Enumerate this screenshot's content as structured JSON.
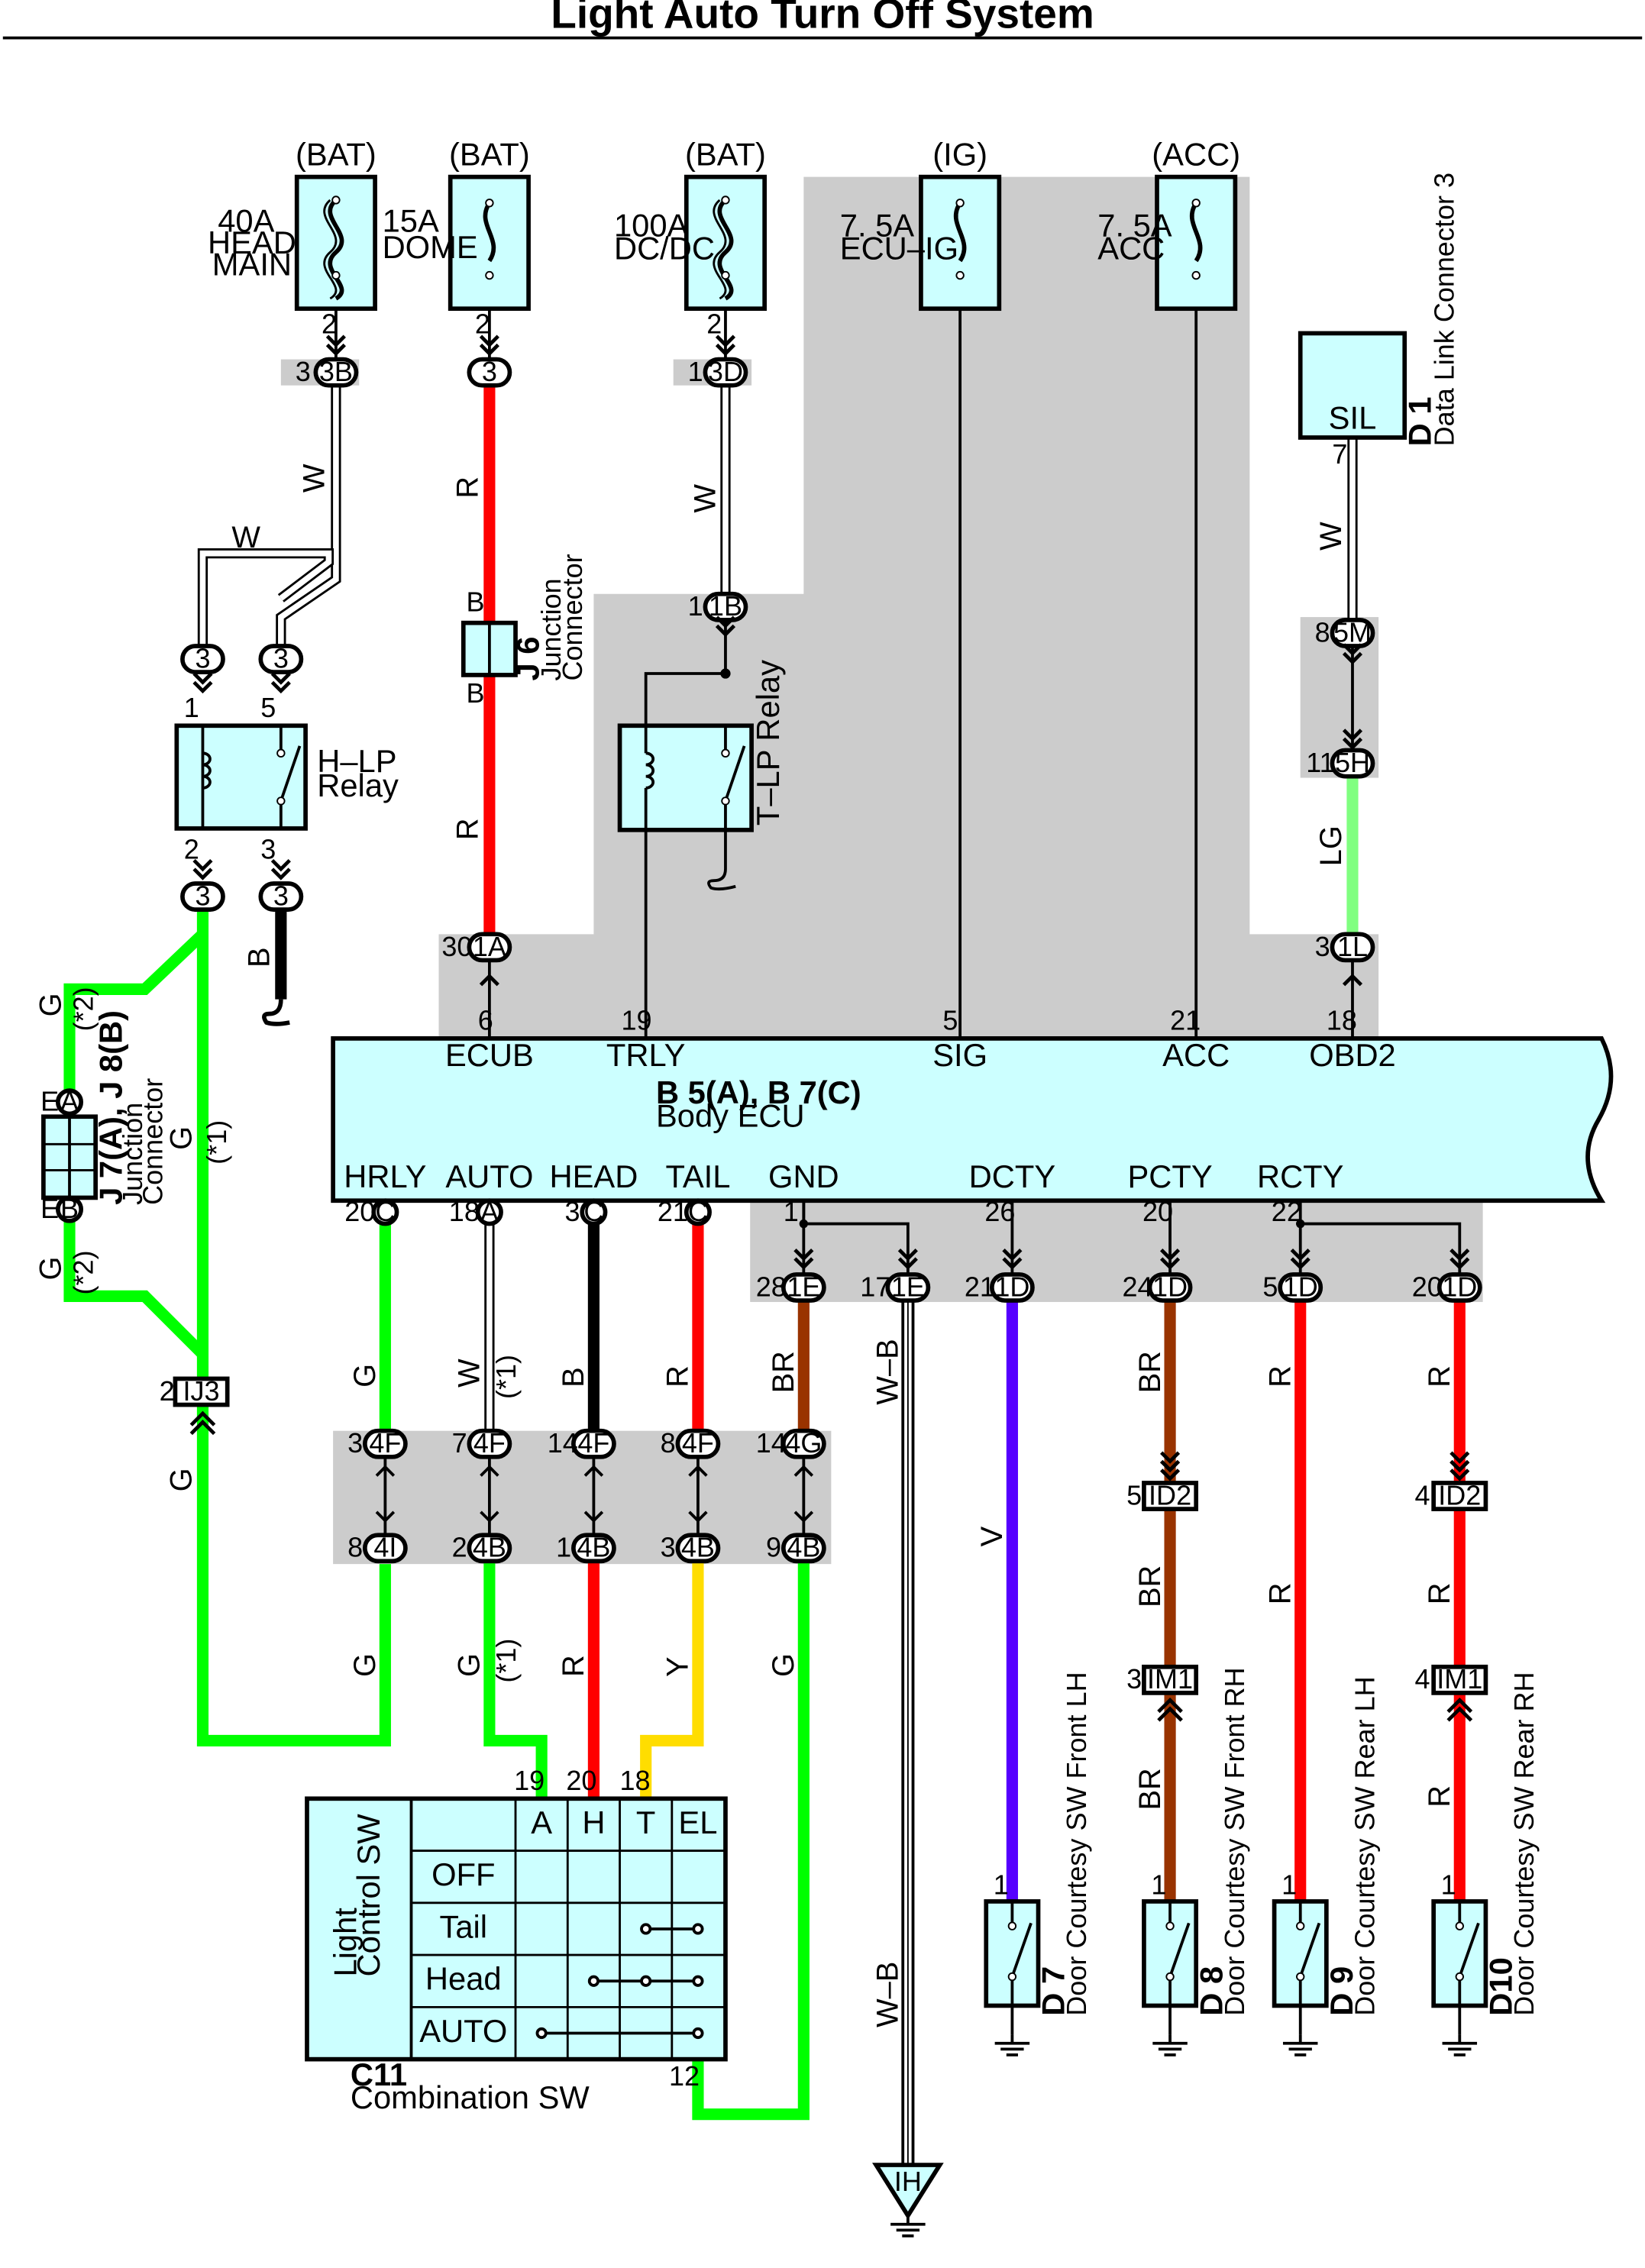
{
  "title": "Light Auto Turn Off System",
  "source_labels": {
    "bat": "(BAT)",
    "ig": "(IG)",
    "acc": "(ACC)"
  },
  "fuses": {
    "head_main": {
      "amp": "40A",
      "line1": "HEAD",
      "line2": "MAIN"
    },
    "dome": {
      "amp": "15A",
      "line1": "DOME"
    },
    "dcdc": {
      "amp": "100A",
      "line1": "DC/DC"
    },
    "ecu_ig": {
      "amp": "7. 5A",
      "line1": "ECU–IG"
    },
    "acc": {
      "amp": "7. 5A",
      "line1": "ACC"
    }
  },
  "wire_colors": {
    "W": "W",
    "R": "R",
    "B": "B",
    "G": "G",
    "LG": "LG",
    "BR": "BR",
    "V": "V",
    "Y": "Y",
    "WB": "W–B"
  },
  "notes": {
    "n1": "(*1)",
    "n2": "(*2)"
  },
  "connectors": {
    "c3B": "3B",
    "c3": "3",
    "c3D": "3D",
    "c1B": "1B",
    "c5M": "5M",
    "c5H": "5H",
    "c1A": "1A",
    "c1L": "1L",
    "cC": "C",
    "cA": "A",
    "c1E": "1E",
    "c1D": "1D",
    "c4F": "4F",
    "c4G": "4G",
    "c4I": "4I",
    "c4B": "4B",
    "cIJ3": "IJ3",
    "cID2": "ID2",
    "cIM1": "IM1",
    "cIH": "IH",
    "cE": "E",
    "cB": "B"
  },
  "pins": {
    "p1": "1",
    "p2": "2",
    "p3": "3",
    "p4": "4",
    "p5": "5",
    "p6": "6",
    "p7": "7",
    "p8": "8",
    "p9": "9",
    "p11": "11",
    "p12": "12",
    "p14": "14",
    "p17": "17",
    "p18": "18",
    "p19": "19",
    "p20": "20",
    "p21": "21",
    "p22": "22",
    "p24": "24",
    "p26": "26",
    "p28": "28",
    "p30": "30"
  },
  "components": {
    "j6": {
      "id": "J 6",
      "l1": "Junction",
      "l2": "Connector",
      "pin": "B"
    },
    "hlp": {
      "l1": "H–LP",
      "l2": "Relay"
    },
    "tlp": {
      "l1": "T–LP Relay"
    },
    "d1": {
      "id": "D 1",
      "name": "Data Link Connector 3",
      "terminal": "SIL"
    },
    "jb": {
      "id": "J 7(A), J 8(B)",
      "l1": "Junction",
      "l2": "Connector"
    },
    "c11": {
      "id": "C11",
      "name": "Combination SW",
      "l1": "Light",
      "l2": "Control SW"
    },
    "d7": {
      "id": "D 7",
      "name": "Door Courtesy SW Front LH"
    },
    "d8": {
      "id": "D 8",
      "name": "Door Courtesy SW Front RH"
    },
    "d9": {
      "id": "D 9",
      "name": "Door Courtesy SW Rear LH"
    },
    "d10": {
      "id": "D10",
      "name": "Door Courtesy SW Rear RH"
    }
  },
  "ecu": {
    "id": "B 5(A), B 7(C)",
    "name": "Body ECU",
    "top_terminals": {
      "ecub": "ECUB",
      "trly": "TRLY",
      "sig": "SIG",
      "acc": "ACC",
      "obd2": "OBD2"
    },
    "bottom_terminals": {
      "hrly": "HRLY",
      "auto": "AUTO",
      "head": "HEAD",
      "tail": "TAIL",
      "gnd": "GND",
      "dcty": "DCTY",
      "pcty": "PCTY",
      "rcty": "RCTY"
    }
  },
  "switch_table": {
    "columns": [
      "A",
      "H",
      "T",
      "EL"
    ],
    "rows": [
      "OFF",
      "Tail",
      "Head",
      "AUTO"
    ]
  },
  "colors": {
    "fuse_fill": "#ccffff",
    "ecu_fill": "#ccffff",
    "grey_zone": "#cccccc",
    "red": "#ff0000",
    "green": "#00ff00",
    "light_green": "#80ff80",
    "brown": "#993300",
    "violet": "#5500ff",
    "yellow": "#ffdd00",
    "black": "#000000"
  }
}
